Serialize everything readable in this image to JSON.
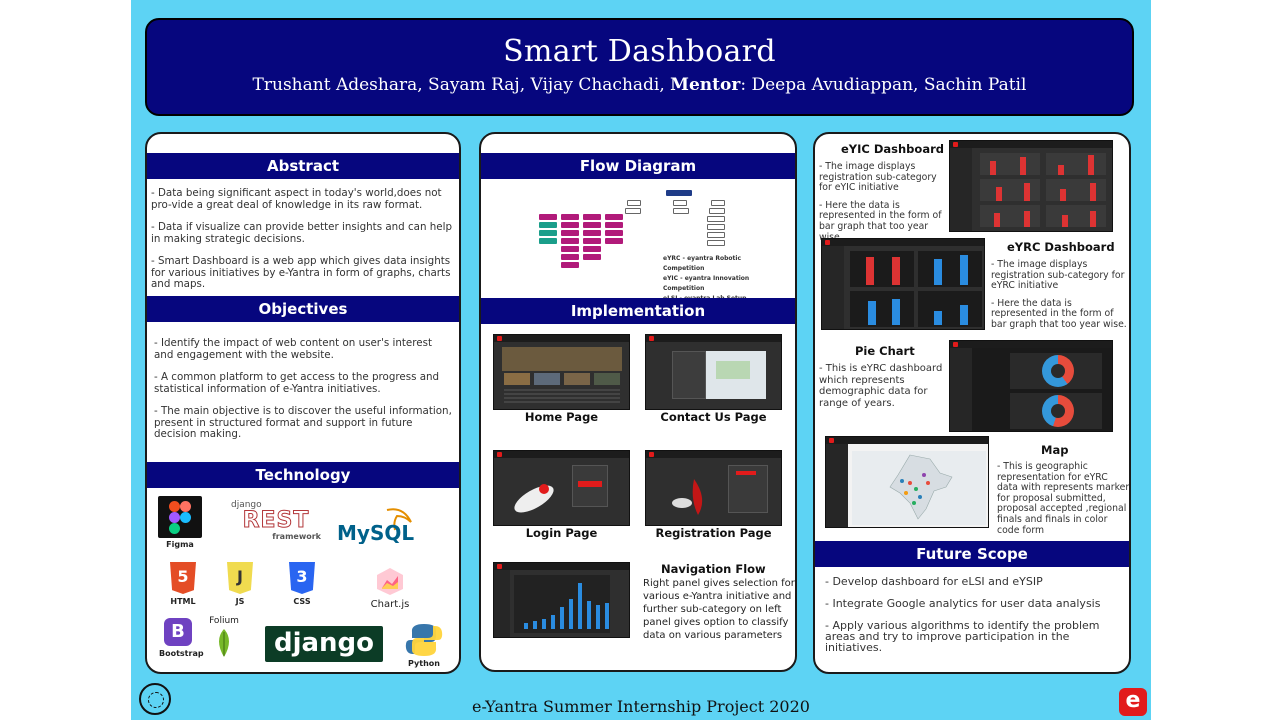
{
  "header": {
    "title": "Smart Dashboard",
    "authors_main": "Trushant Adeshara, Sayam Raj, Vijay Chachadi, ",
    "mentor_label": "Mentor",
    "mentor_names": ": Deepa Avudiappan, Sachin Patil"
  },
  "abstract": {
    "title": "Abstract",
    "bullets": [
      "- Data being significant aspect in today's world,does not pro-vide a great deal of knowledge in its raw format.",
      "- Data if visualize can provide better insights and can help in making strategic decisions.",
      "- Smart Dashboard is a web app which gives data insights for various initiatives by e-Yantra in form of graphs, charts and maps."
    ]
  },
  "objectives": {
    "title": "Objectives",
    "bullets": [
      "- Identify the impact of web content on user's interest and engagement with the website.",
      "- A common platform to get access to the progress and statistical information of e-Yantra initiatives.",
      "- The main objective is to discover the useful information, present in structured format and support in future decision making."
    ]
  },
  "technology": {
    "title": "Technology",
    "logos": {
      "figma": "Figma",
      "drf_top": "django",
      "drf_main": "REST",
      "drf_bottom": "framework",
      "mysql": "MySQL",
      "html": "HTML",
      "js": "JS",
      "css": "CSS",
      "chartjs": "Chart.js",
      "bootstrap": "Bootstrap",
      "folium": "Folium",
      "django": "django",
      "python": "Python"
    }
  },
  "flow": {
    "title": "Flow   Diagram",
    "legend": [
      "eYRC - eyantra Robotic Competition",
      "eYIC - eyantra Innovation Competition",
      "eLSI - eyantra Lab Setup Initiative"
    ]
  },
  "implementation": {
    "title": "Implementation",
    "captions": {
      "home": "Home Page",
      "contact": "Contact Us Page",
      "login": "Login Page",
      "registration": "Registration Page"
    },
    "nav_title": "Navigation Flow",
    "nav_text": "Right panel gives selection for various e-Yantra initiative and further sub-category on left panel gives option to classify data on various parameters"
  },
  "results": {
    "eyic_title": "eYIC Dashboard",
    "eyic_desc": [
      "- The image displays registration sub-category for eYIC initiative",
      "- Here the data is represented in the form of bar graph that too year wise."
    ],
    "eyrc_title": "eYRC Dashboard",
    "eyrc_desc": [
      "- The image displays registration sub-category for eYRC initiative",
      "- Here the data is represented in the form of bar graph that too year wise."
    ],
    "pie_title": "Pie Chart",
    "pie_desc": "- This is eYRC dashboard which represents demographic data for range of years.",
    "map_title": "Map",
    "map_desc": "- This is geographic representation for eYRC data with represents marker for proposal submitted, proposal accepted ,regional finals and finals in color code form"
  },
  "future": {
    "title": "Future Scope",
    "bullets": [
      "- Develop dashboard for eLSI and eYSIP",
      "- Integrate Google analytics for user data analysis",
      "- Apply various algorithms to identify the problem areas and try to improve participation in the initiatives."
    ]
  },
  "footer": {
    "text": "e-Yantra Summer Internship Project 2020",
    "logo_letter": "e"
  },
  "colors": {
    "background": "#5dd3f4",
    "navy": "#06067e",
    "accent_red": "#e21b1b"
  }
}
